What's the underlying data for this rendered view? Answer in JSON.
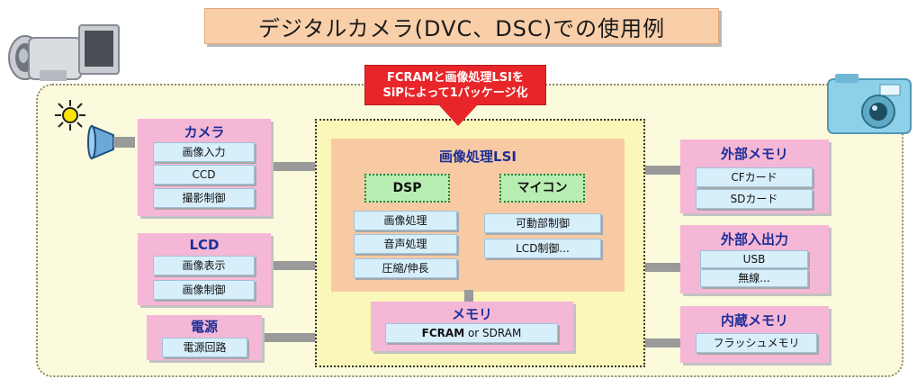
{
  "title": "デジタルカメラ(DVC、DSC)での使用例",
  "callout": {
    "line1": "FCRAMと画像処理LSIを",
    "line2": "SiPによって1パッケージ化"
  },
  "camera": {
    "title": "カメラ",
    "items": [
      "画像入力",
      "CCD",
      "撮影制御"
    ]
  },
  "lcd": {
    "title": "LCD",
    "items": [
      "画像表示",
      "画像制御"
    ]
  },
  "power": {
    "title": "電源",
    "items": [
      "電源回路"
    ]
  },
  "lsi": {
    "title": "画像処理LSI",
    "dsp": {
      "title": "DSP",
      "items": [
        "画像処理",
        "音声処理",
        "圧縮/伸長"
      ]
    },
    "mcu": {
      "title": "マイコン",
      "items": [
        "可動部制御",
        "LCD制御..."
      ]
    }
  },
  "memory": {
    "title": "メモリ",
    "item_bold": "FCRAM",
    "item_rest": " or SDRAM"
  },
  "ext_memory": {
    "title": "外部メモリ",
    "items": [
      "CFカード",
      "SDカード"
    ]
  },
  "ext_io": {
    "title": "外部入出力",
    "items": [
      "USB",
      "無線..."
    ]
  },
  "int_memory": {
    "title": "内蔵メモリ",
    "items": [
      "フラッシュメモリ"
    ]
  }
}
